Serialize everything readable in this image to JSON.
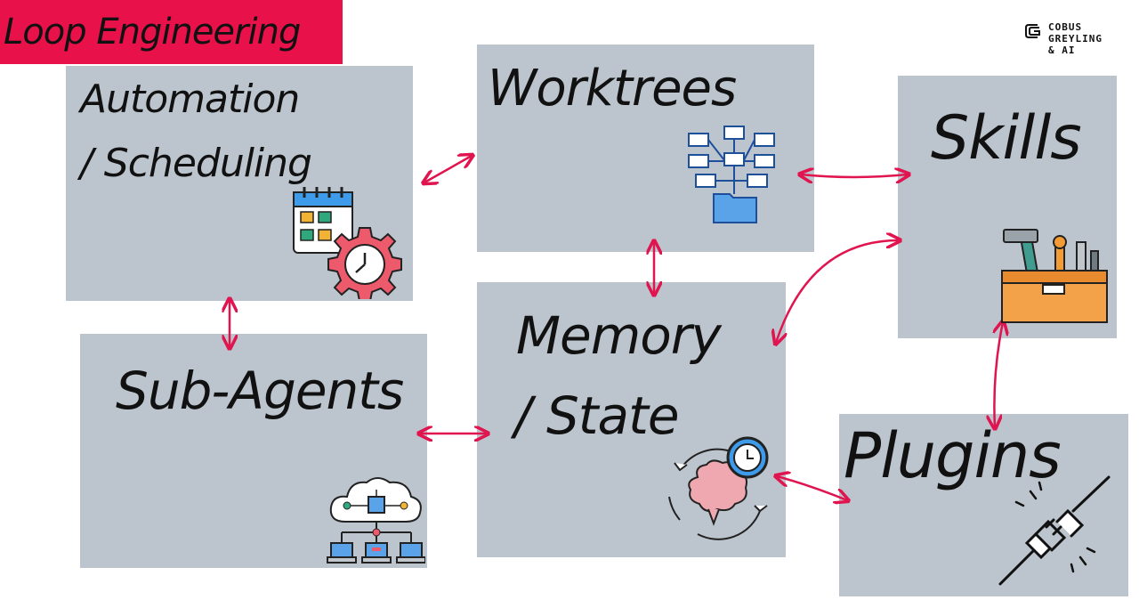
{
  "title": "Loop Engineering",
  "brand": {
    "line1": "COBUS GREYLING",
    "line2": "& AI",
    "icon": "cg-logo-icon"
  },
  "boxes": {
    "automation": {
      "line1": "Automation",
      "line2": "/ Scheduling",
      "icon": "calendar-gear-icon"
    },
    "worktrees": {
      "line1": "Worktrees",
      "icon": "folder-tree-icon"
    },
    "skills": {
      "line1": "Skills",
      "icon": "toolbox-icon"
    },
    "memory": {
      "line1": "Memory",
      "line2": "/ State",
      "icon": "brain-cycle-icon"
    },
    "subagents": {
      "line1": "Sub-Agents",
      "icon": "cloud-network-icon"
    },
    "plugins": {
      "line1": "Plugins",
      "icon": "plug-icon"
    }
  },
  "colors": {
    "title_bg": "#e8114a",
    "box_bg": "#bcc5cd",
    "arrow": "#e0144e"
  }
}
